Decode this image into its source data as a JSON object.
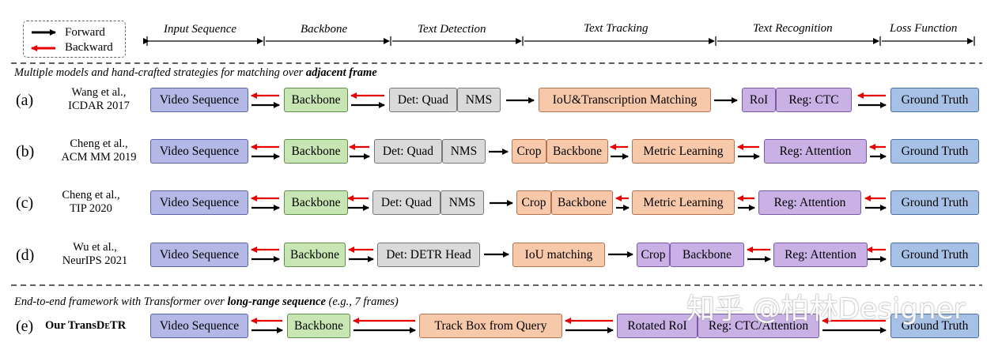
{
  "legend": {
    "forward": "Forward",
    "backward": "Backward"
  },
  "headers": [
    "Input Sequence",
    "Backbone",
    "Text Detection",
    "Text Tracking",
    "Text Recognition",
    "Loss Function"
  ],
  "section1_note": {
    "prefix": "Multiple models and hand-crafted strategies for matching over ",
    "bold": "adjacent frame"
  },
  "section2_note": {
    "prefix": "End-to-end framework with Transformer over ",
    "bold": "long-range sequence",
    "suffix": " (e.g., 7 frames)"
  },
  "rows": [
    {
      "label": "(a)",
      "cite1": "Wang et al.,",
      "cite2": "ICDAR 2017",
      "boxes": [
        "Video Sequence",
        "Backbone",
        "Det: Quad",
        "NMS",
        "IoU&Transcription Matching",
        "RoI",
        "Reg: CTC",
        "Ground Truth"
      ]
    },
    {
      "label": "(b)",
      "cite1": "Cheng et al.,",
      "cite2": "ACM MM 2019",
      "boxes": [
        "Video Sequence",
        "Backbone",
        "Det: Quad",
        "NMS",
        "Crop",
        "Backbone",
        "Metric Learning",
        "Reg: Attention",
        "Ground Truth"
      ]
    },
    {
      "label": "(c)",
      "cite1": "Cheng et al.,",
      "cite2": "TIP 2020",
      "boxes": [
        "Video Sequence",
        "Backbone",
        "Det: Quad",
        "NMS",
        "Crop",
        "Backbone",
        "Metric Learning",
        "Reg: Attention",
        "Ground Truth"
      ]
    },
    {
      "label": "(d)",
      "cite1": "Wu et al.,",
      "cite2": "NeurIPS 2021",
      "boxes": [
        "Video Sequence",
        "Backbone",
        "Det: DETR Head",
        "IoU matching",
        "Crop",
        "Backbone",
        "Reg: Attention",
        "Ground Truth"
      ]
    },
    {
      "label": "(e)",
      "cite1": "Our Trans",
      "cite2": "DeTR",
      "boxes": [
        "Video Sequence",
        "Backbone",
        "Track Box from Query",
        "Rotated RoI",
        "Reg: CTC/Attention",
        "Ground Truth"
      ]
    }
  ],
  "colors": {
    "forward_arrow": "#000000",
    "backward_arrow": "#e60000"
  },
  "watermark": "知乎 @柏林Designer"
}
